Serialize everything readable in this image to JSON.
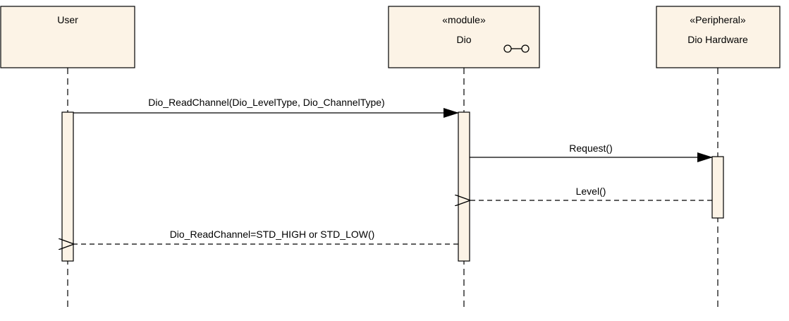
{
  "participants": [
    {
      "stereotype": "",
      "name": "User"
    },
    {
      "stereotype": "«module»",
      "name": "Dio"
    },
    {
      "stereotype": "«Peripheral»",
      "name": "Dio Hardware"
    }
  ],
  "messages": [
    {
      "label": "Dio_ReadChannel(Dio_LevelType, Dio_ChannelType)",
      "kind": "synchronous call"
    },
    {
      "label": "Request()",
      "kind": "synchronous call"
    },
    {
      "label": "Level()",
      "kind": "return"
    },
    {
      "label": "Dio_ReadChannel=STD_HIGH or STD_LOW()",
      "kind": "return"
    }
  ],
  "icons": {
    "module_icon": "component-glasses-icon"
  },
  "colors": {
    "participant_fill": "#fcf3e6",
    "activation_fill": "#fcf3e6",
    "line": "#000000",
    "lifeline": "#000000"
  }
}
